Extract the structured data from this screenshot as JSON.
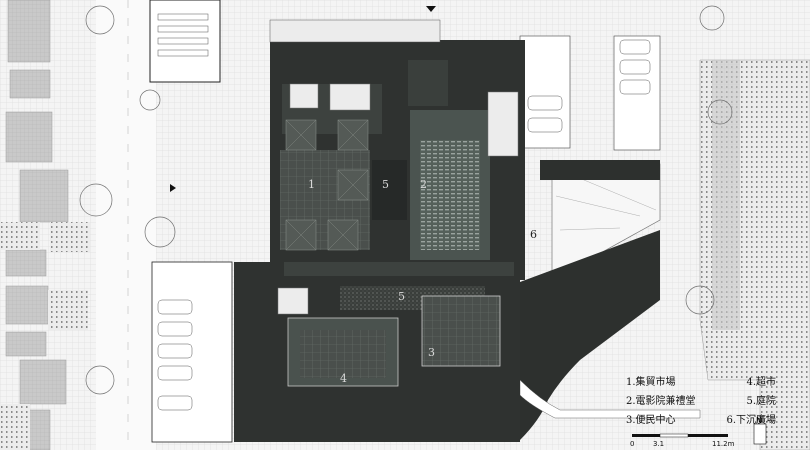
{
  "legend": [
    {
      "num": "1.",
      "label": "集貿市場"
    },
    {
      "num": "4.",
      "label": "超市"
    },
    {
      "num": "2.",
      "label": "電影院兼禮堂"
    },
    {
      "num": "5.",
      "label": "庭院"
    },
    {
      "num": "3.",
      "label": "便民中心"
    },
    {
      "num": "6.",
      "label": "下沉廣場"
    }
  ],
  "scale": {
    "start": "0",
    "mid": "3.1",
    "end": "11.2m"
  },
  "north": "N",
  "zones": [
    "1",
    "2",
    "3",
    "4",
    "5",
    "5",
    "6"
  ],
  "colors": {
    "building": "#2f3230",
    "building_dark": "#1f2220",
    "grid_light": "#e6e6e6",
    "field": "#cfcfcf",
    "tree": "#7a7a7a"
  }
}
